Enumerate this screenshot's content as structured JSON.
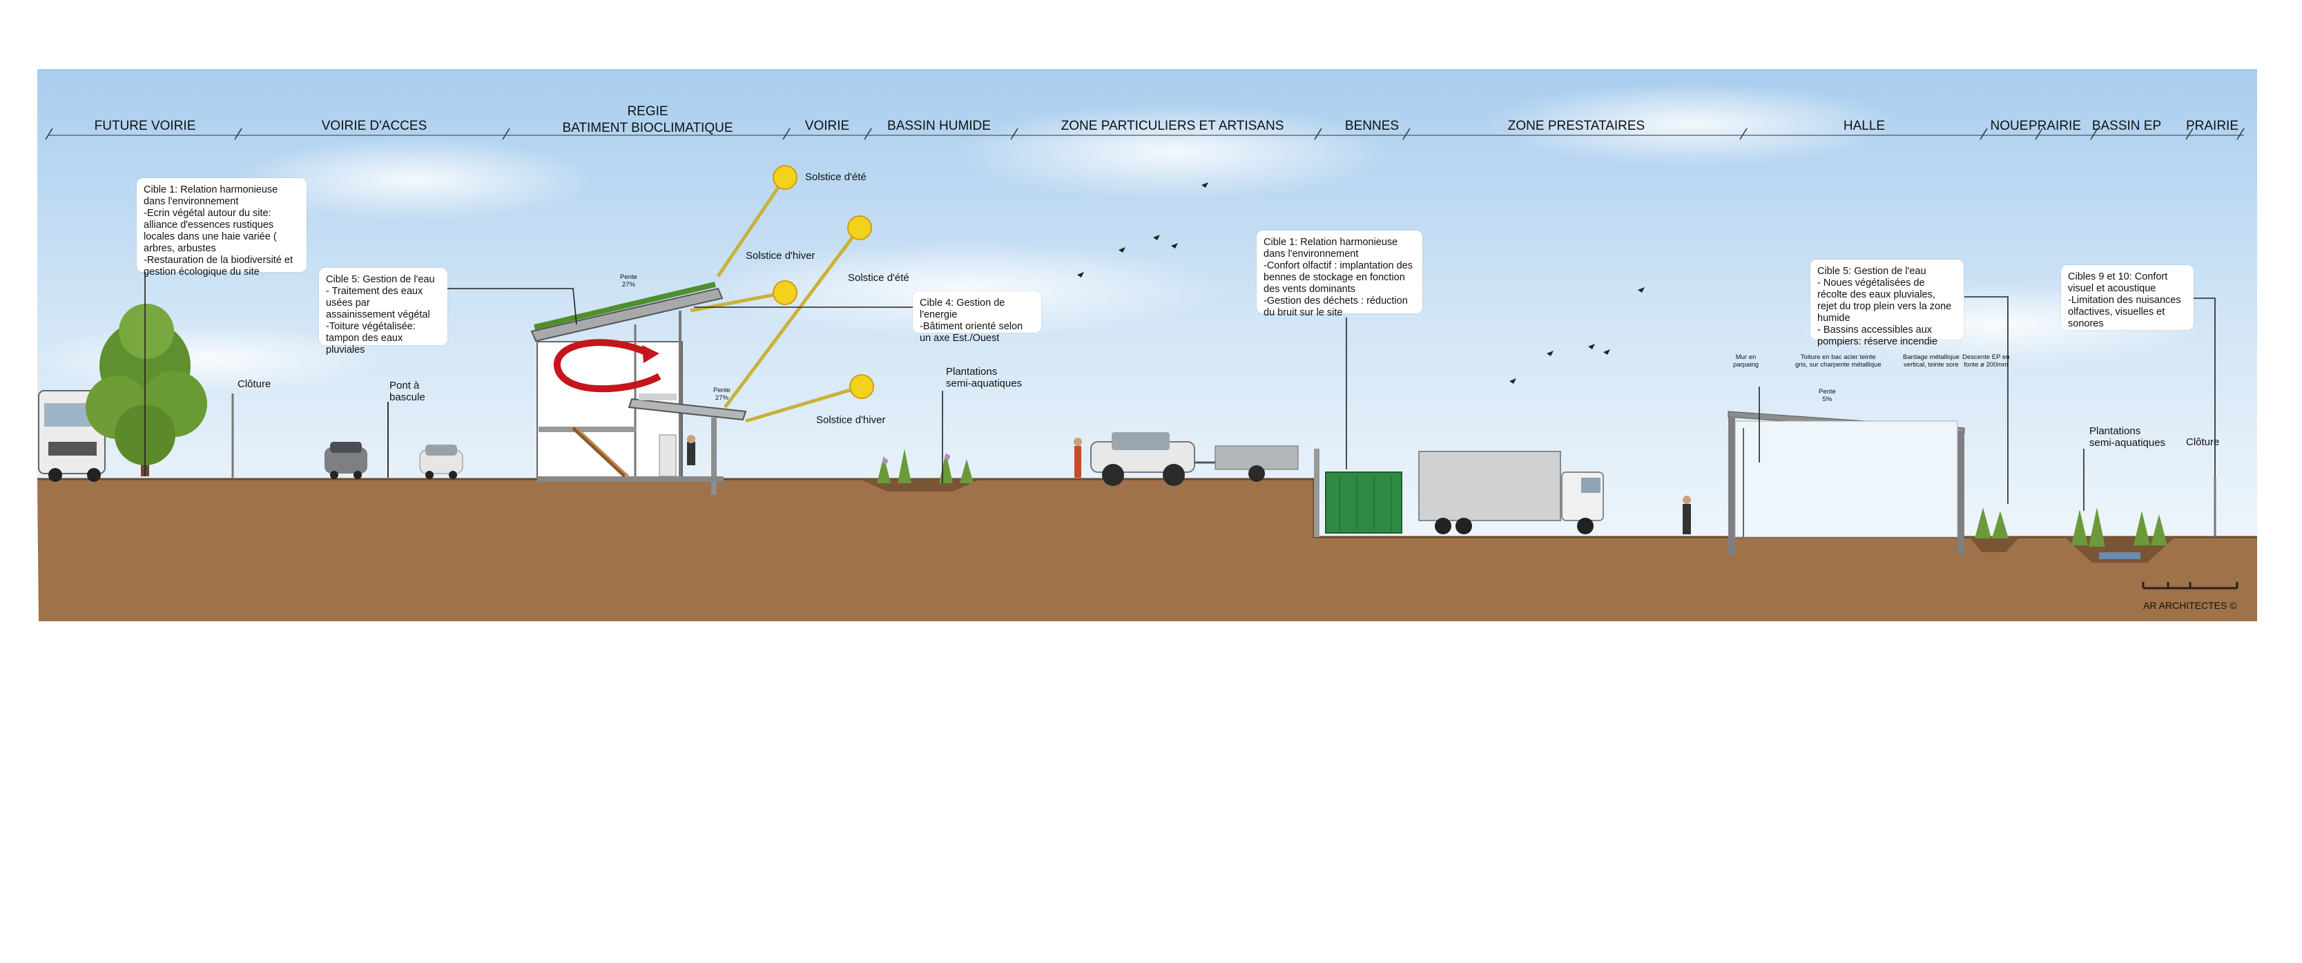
{
  "zones": {
    "future_voirie": "FUTURE VOIRIE",
    "voirie_acces": "VOIRIE D'ACCES",
    "regie_line1": "REGIE",
    "regie_line2": "BATIMENT BIOCLIMATIQUE",
    "voirie": "VOIRIE",
    "bassin_humide": "BASSIN HUMIDE",
    "zone_particuliers": "ZONE PARTICULIERS ET ARTISANS",
    "bennes": "BENNES",
    "zone_prestataires": "ZONE PRESTATAIRES",
    "halle": "HALLE",
    "noue": "NOUE",
    "prairie_1": "PRAIRIE",
    "bassin_ep": "BASSIN EP",
    "prairie_2": "PRAIRIE"
  },
  "notes": {
    "cible1_env": "Cible 1: Relation harmonieuse dans l'environnement\n-Ecrin végétal autour du site: alliance d'essences rustiques locales dans une haie variée ( arbres, arbustes\n-Restauration de la biodiversité et gestion écologique du site",
    "cible5_regie": "Cible 5: Gestion de l'eau\n- Traitement des eaux usées par assainissement végétal\n-Toiture végétalisée: tampon des eaux pluviales",
    "cible4": "Cible 4: Gestion de l'energie\n-Bâtiment orienté selon un axe Est./Ouest",
    "cible1_bennes": "Cible 1: Relation harmonieuse dans l'environnement\n-Confort olfactif : implantation des bennes de stockage en fonction des vents dominants\n-Gestion des déchets : réduction du bruit sur le site",
    "cible5_halle": "Cible 5: Gestion de l'eau\n- Noues végétalisées de récolte des eaux pluviales, rejet du trop plein vers la zone humide\n- Bassins accessibles aux pompiers: réserve incendie",
    "cibles9_10": "Cibles 9 et 10: Confort visuel et acoustique\n-Limitation des nuisances olfactives, visuelles et sonores"
  },
  "labels": {
    "solstice_ete_1": "Solstice d'été",
    "solstice_ete_2": "Solstice d'été",
    "solstice_hiver_1": "Solstice d'hiver",
    "solstice_hiver_2": "Solstice d'hiver",
    "cloture_1": "Clôture",
    "cloture_2": "Clôture",
    "pont_bascule": "Pont à\nbascule",
    "plantations_1": "Plantations\nsemi-aquatiques",
    "plantations_2": "Plantations\nsemi-aquatiques",
    "pente_1": "Pente\n27%",
    "pente_2": "Pente\n27%",
    "pente_3": "Pente\n5%",
    "mur_parpaing": "Mur en\nparpaing",
    "toiture_bac": "Toiture en bac acier teinte\ngris, sur charpente métallique",
    "bardage": "Bardage métallique\nvertical, teinte sore",
    "descente_ep": "Descente EP en\nfonte ø 200mm"
  },
  "credit": "AR ARCHITECTES ©",
  "colors": {
    "sky_top": "#9cc4e8",
    "sky_bottom": "#e6f1fa",
    "ground": "#a0724a",
    "sun": "#f2d21c",
    "sun_ray": "#c9b13a",
    "container": "#2e8b45",
    "arrow_red": "#c4161c"
  }
}
